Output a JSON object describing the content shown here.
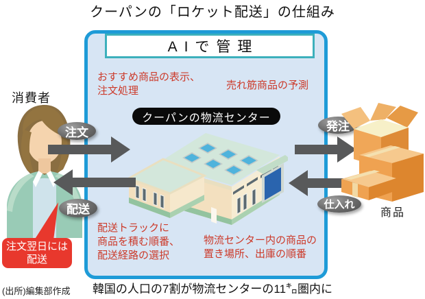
{
  "title": "クーパンの「ロケット配送」の仕組み",
  "panel": {
    "ai_label": "AIで管理",
    "center_label": "クーパンの物流センター",
    "note_top_left": "おすすめ商品の表示、\n注文処理",
    "note_top_right": "売れ筋商品の予測",
    "note_bottom_left": "配送トラックに\n商品を積む順番、\n配送経路の選択",
    "note_bottom_right": "物流センター内の商品の\n置き場所、出庫の順番"
  },
  "consumer": {
    "label": "消費者",
    "callout": "注文翌日には\n配送"
  },
  "flows": {
    "order": "注文",
    "delivery": "配送",
    "purchase_order": "発注",
    "procurement": "仕入れ"
  },
  "goods": {
    "label": "商品"
  },
  "caption": "韓国の人口の7割が物流センターの11㌔圏内に",
  "source": "(出所)編集部作成",
  "colors": {
    "panel_fill": "#d7e5f4",
    "panel_border": "#1e9bd7",
    "ai_box_border": "#3cb0bc",
    "red_text": "#cc3a2a",
    "callout_bg": "#e8382d",
    "arrow_gray": "#58595a",
    "pill_bg": "#0a0a0a"
  }
}
